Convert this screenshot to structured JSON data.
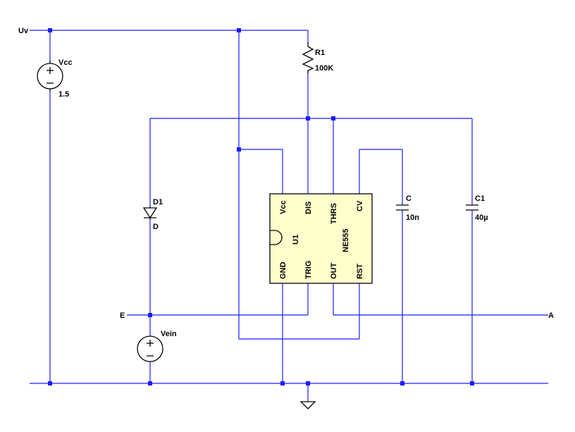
{
  "nets": {
    "uv": "Uv",
    "e": "E",
    "a": "A"
  },
  "vcc": {
    "name": "Vcc",
    "value": "1.5"
  },
  "r1": {
    "name": "R1",
    "value": "100K"
  },
  "d1": {
    "name": "D1",
    "model": "D"
  },
  "c": {
    "name": "C",
    "value": "10n"
  },
  "c1": {
    "name": "C1",
    "value": "40µ"
  },
  "vein": {
    "name": "Vein"
  },
  "u1": {
    "ref": "U1",
    "part": "NE555",
    "pins_top": [
      "Vcc",
      "DIS",
      "THRS",
      "CV"
    ],
    "pins_bottom": [
      "GND",
      "TRIG",
      "OUT",
      "RST"
    ]
  },
  "colors": {
    "wire": "#1a1aff",
    "component": "#000000",
    "ic_body": "#ffffcc"
  }
}
